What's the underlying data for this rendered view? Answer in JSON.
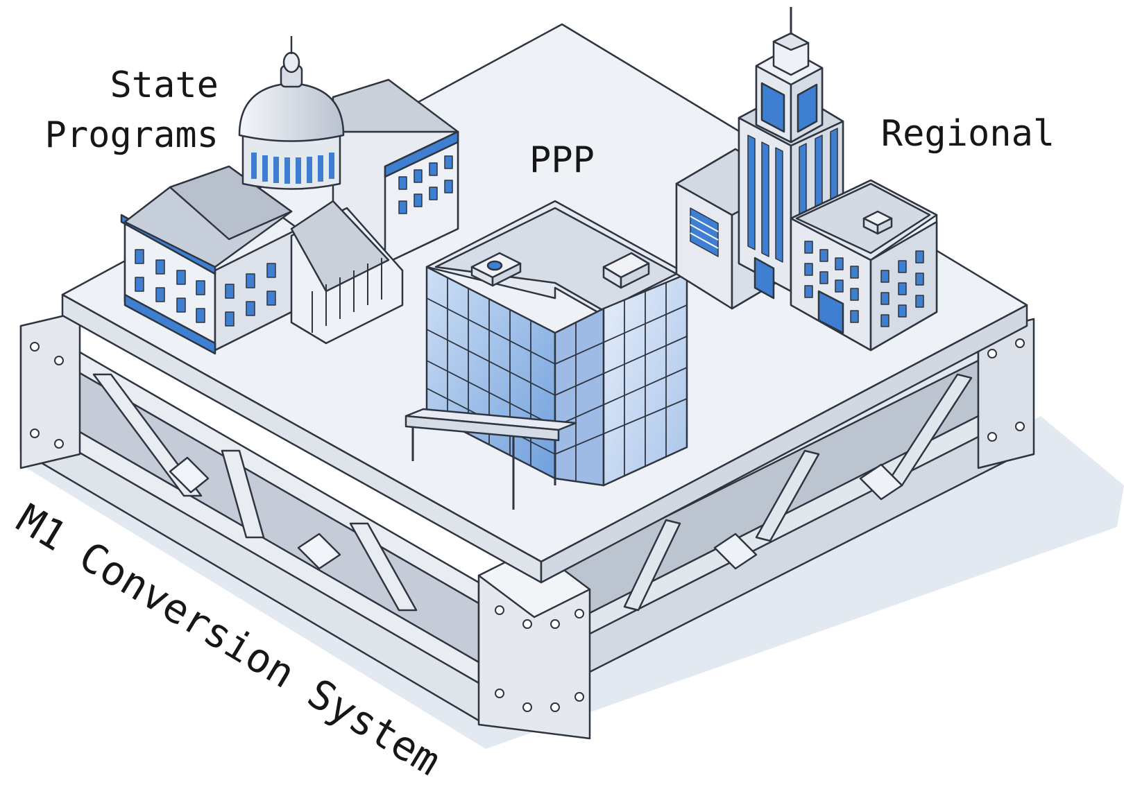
{
  "labels": {
    "state_programs_line1": "State",
    "state_programs_line2": "Programs",
    "ppp": "PPP",
    "regional": "Regional",
    "foundation": "M1 Conversion System"
  },
  "colors": {
    "accent_blue": "#3f7fd1",
    "dark_blue": "#2b5fa8",
    "platform_top": "#eef1f6",
    "steel_face": "#dde2ea",
    "steel_shadow": "#c9d0db",
    "outline": "#2e3440",
    "ground_shadow": "#dfe6ef"
  },
  "icons": {
    "capitol": "capitol-building-icon",
    "office_tower": "glass-office-tower-icon",
    "regional_building": "regional-tower-building-icon",
    "foundation": "steel-truss-platform-icon"
  }
}
